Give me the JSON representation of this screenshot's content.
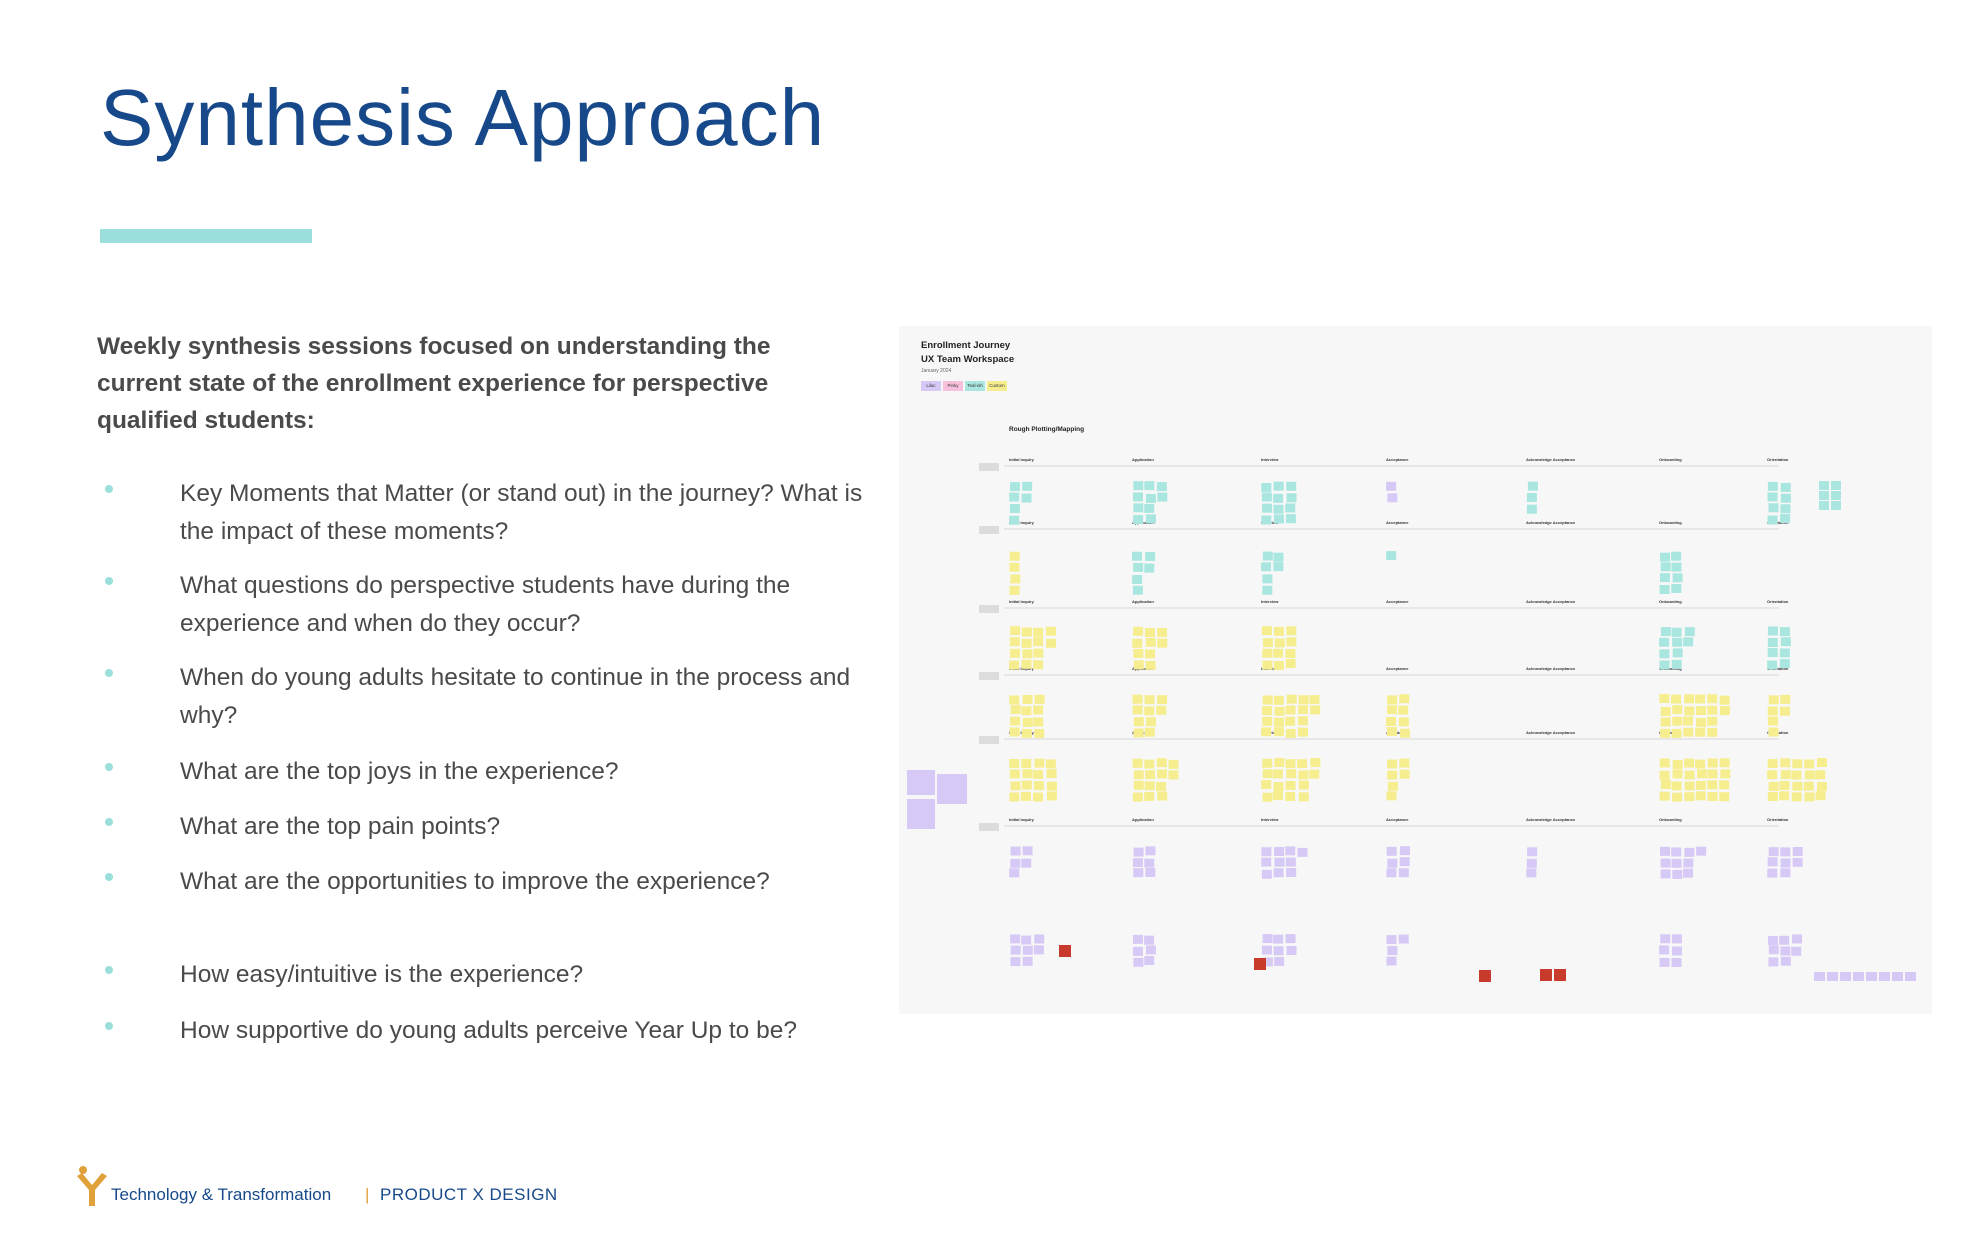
{
  "title": "Synthesis Approach",
  "intro": "Weekly synthesis sessions focused on understanding the current state of the enrollment experience for perspective qualified students:",
  "bullets": [
    "Key Moments that Matter (or stand out) in the journey? What is the impact of these moments?",
    "What questions do perspective students have during the experience and when do they occur?",
    "When do young adults hesitate to continue in the process and why?",
    "What are the top joys in the experience?",
    "What are the top pain points?",
    "What are the opportunities to improve the experience?",
    "How easy/intuitive is the experience?",
    "How supportive do young adults perceive Year Up to be?"
  ],
  "board": {
    "title_line1": "Enrollment Journey",
    "title_line2": "UX Team Workspace",
    "date": "January 2024",
    "legend": [
      {
        "label": "Lilac",
        "color": "#d7c9f5"
      },
      {
        "label": "Pinky",
        "color": "#f7c1dd"
      },
      {
        "label": "Teal-ish",
        "color": "#a9e6df"
      },
      {
        "label": "Custom",
        "color": "#f6ee8e"
      }
    ],
    "section_label": "Rough Plotting/Mapping",
    "stages": [
      "Initial Inquiry",
      "Application",
      "Interview",
      "Acceptance",
      "Acknowledge Acceptance",
      "Onboarding",
      "Orientation"
    ]
  },
  "footer": {
    "brand": "Technology & Transformation",
    "separator": "|",
    "design": "PRODUCT X DESIGN"
  },
  "colors": {
    "title": "#17498a",
    "accent": "#9adfdb",
    "logo": "#e0a13a",
    "sticky_purple": "#d7c9f5",
    "sticky_yellow": "#f6ee8e",
    "sticky_teal": "#a9e6df",
    "sticky_red": "#c73a2c"
  }
}
